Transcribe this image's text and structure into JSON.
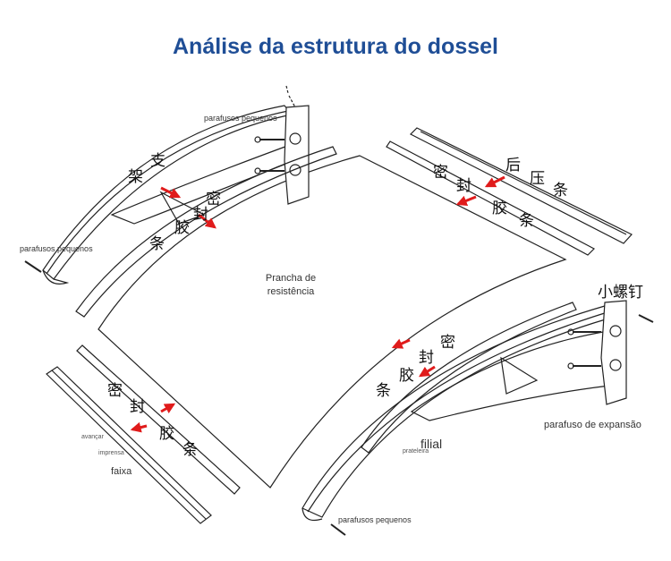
{
  "title": "Análise da estrutura do dossel",
  "labels": {
    "small_screws_top": "parafusos pequenos",
    "small_screws_left": "parafusos pequenos",
    "small_screws_bottom": "parafusos pequenos",
    "resistance_board": "Prancha de resistência",
    "expansion_screw": "parafuso de expansão",
    "branch": "filial",
    "shelf": "prateleira",
    "advance": "avançar",
    "press": "imprensa",
    "strip": "faixa"
  },
  "chinese_labels": {
    "bracket": [
      "架",
      "支"
    ],
    "rear_press_strip": [
      "后",
      "压",
      "条"
    ],
    "small_screw": "小螺钉",
    "seal_strip": [
      "密",
      "封",
      "胶",
      "条"
    ]
  },
  "colors": {
    "title": "#1f4e96",
    "arrow": "#e01b1b",
    "line": "#222222"
  }
}
